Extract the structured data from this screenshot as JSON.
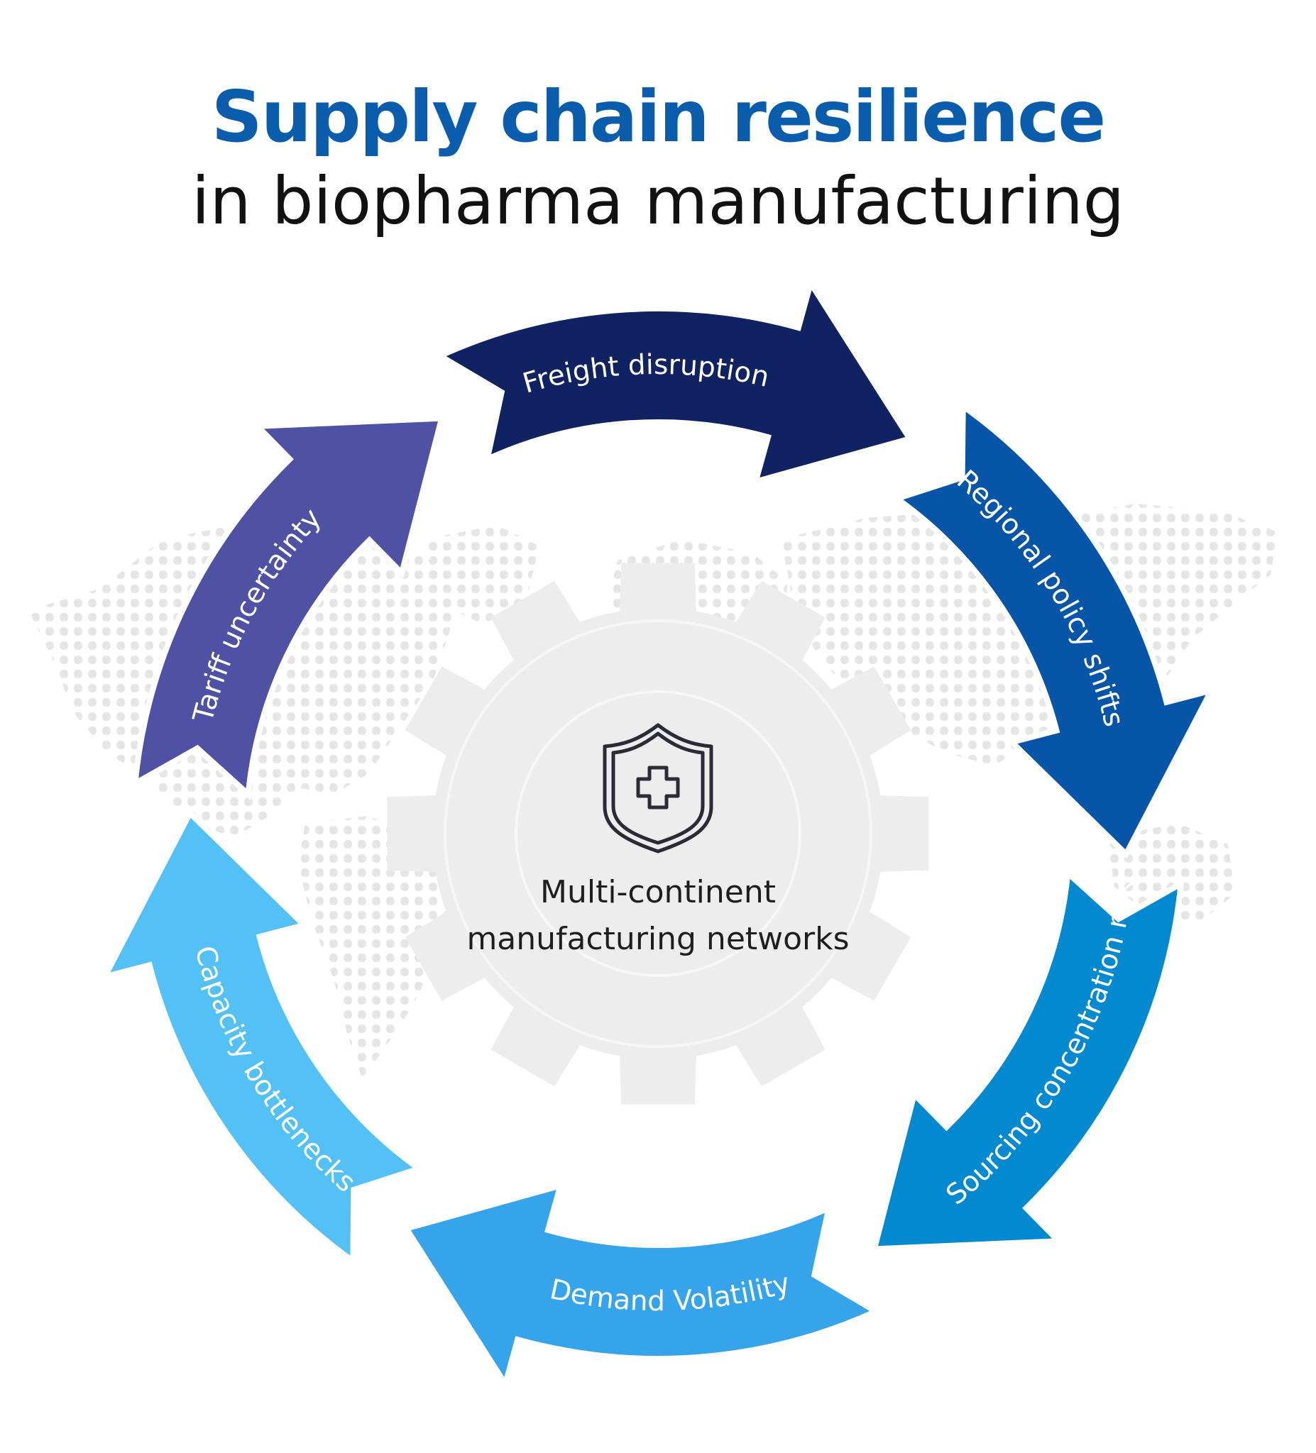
{
  "header": {
    "title": "Supply chain resilience",
    "subtitle": "in biopharma manufacturing"
  },
  "center": {
    "icon": "shield-medical-cross-icon",
    "line1": "Multi-continent",
    "line2": "manufacturing networks"
  },
  "cycle": [
    {
      "label": "Freight disruption",
      "color": "#102262"
    },
    {
      "label": "Regional policy shifts",
      "color": "#0755a8"
    },
    {
      "label": "Sourcing concentration risk",
      "color": "#0389d0"
    },
    {
      "label": "Demand Volatility",
      "color": "#36a4eb"
    },
    {
      "label": "Capacity bottlenecks",
      "color": "#53c0f6"
    },
    {
      "label": "Tariff uncertainty",
      "color": "#4f51a5"
    }
  ],
  "colors": {
    "title": "#0a5cad",
    "background_map": "#e8e8e8",
    "gear": "#ededed"
  }
}
